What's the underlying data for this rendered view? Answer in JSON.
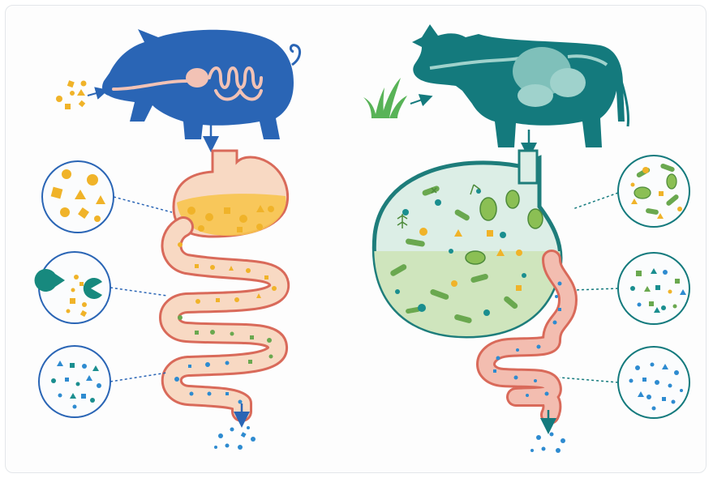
{
  "colors": {
    "pig": "#2a65b5",
    "cow": "#147a7d",
    "intestine_outline": "#d96a5a",
    "intestine_fill": "#f8d9c3",
    "stomach_fill": "#f3aa9a",
    "chyme": "#f7c44f",
    "particle_yellow": "#f0b329",
    "particle_teal": "#1a8e8f",
    "particle_blue": "#2e8bd0",
    "microbe_green": "#6aa84f",
    "rumen_fill": "#dceee6",
    "rumen_outline": "#1e7d7b",
    "grass": "#58b357",
    "pacman": "#17897e"
  },
  "icons": {
    "pig": "pig-silhouette-icon",
    "cow": "cow-silhouette-icon",
    "grass": "grass-icon",
    "enzyme": "pacman-enzyme-icon",
    "microbe": "microbe-icon"
  },
  "panels": {
    "left": {
      "animal": "pig",
      "zoom_circles": [
        "whole-food-particles",
        "enzyme-digestion",
        "absorbed-nutrients"
      ]
    },
    "right": {
      "animal": "cow",
      "zoom_circles": [
        "microbes-fermenting-feed",
        "fermentation-products",
        "absorbed-nutrients"
      ]
    }
  }
}
